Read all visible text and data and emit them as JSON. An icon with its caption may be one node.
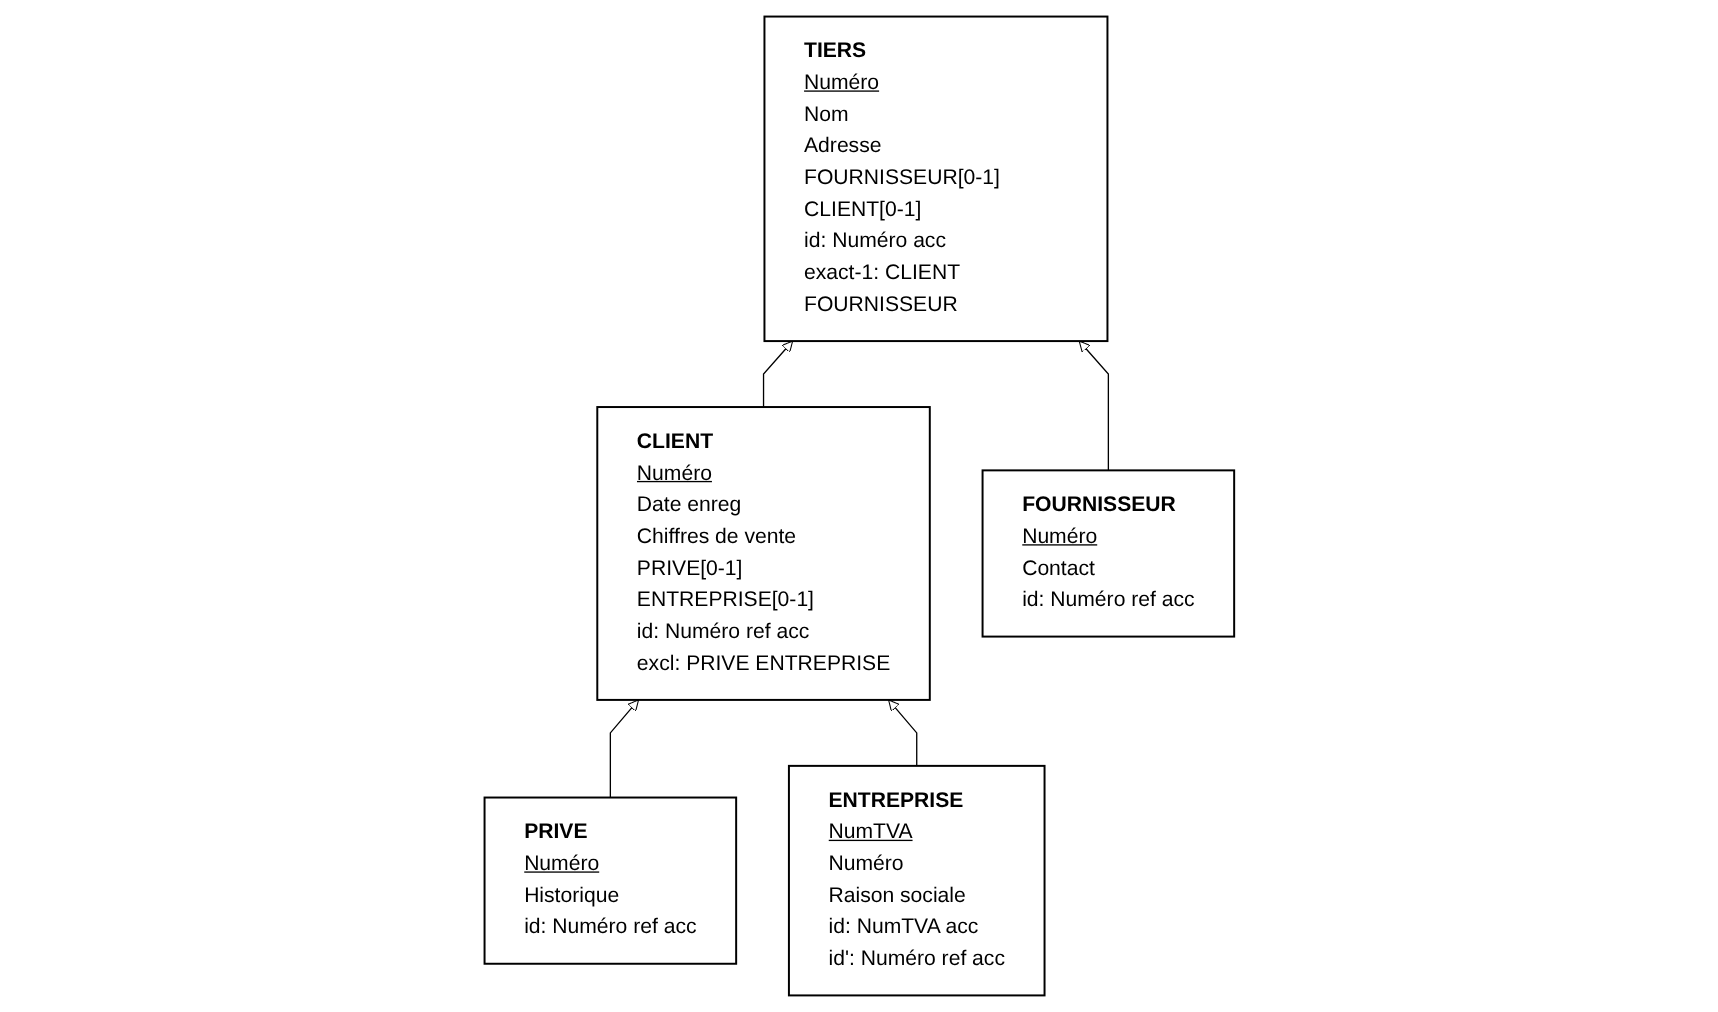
{
  "diagram": {
    "nodes": [
      {
        "text": [
          "TIERS",
          "Numéro",
          "Nom",
          "Adresse",
          "FOURNISSEUR[0-1]",
          "CLIENT[0-1]",
          "id: Numéro acc",
          "exact-1: CLIENT FOURNISSEUR"
        ]
      },
      {
        "text": [
          "CLIENT",
          "Numéro",
          "Date enreg",
          "Chiffres de vente",
          "PRIVE[0-1]",
          "ENTREPRISE[0-1]",
          "id: Numéro ref acc",
          "excl: PRIVE ENTREPRISE"
        ]
      },
      {
        "text": [
          "FOURNISSEUR",
          "Numéro",
          "Contact",
          "id: Numéro ref acc"
        ]
      },
      {
        "text": [
          "ENTREPRISE",
          "NumTVA",
          "Numéro",
          "Raison sociale",
          "id: NumTVA acc",
          "id': Numéro ref acc"
        ]
      },
      {
        "text": [
          "PRIVE",
          "Numéro",
          "Historique",
          "id: Numéro ref acc"
        ]
      }
    ],
    "edges": [
      {
        "from": 1,
        "to": 0,
        "arrow": "to"
      },
      {
        "from": 2,
        "to": 0,
        "arrow": "to"
      },
      {
        "from": 4,
        "to": 1,
        "arrow": "to"
      },
      {
        "from": 3,
        "to": 1,
        "arrow": "to"
      }
    ]
  }
}
